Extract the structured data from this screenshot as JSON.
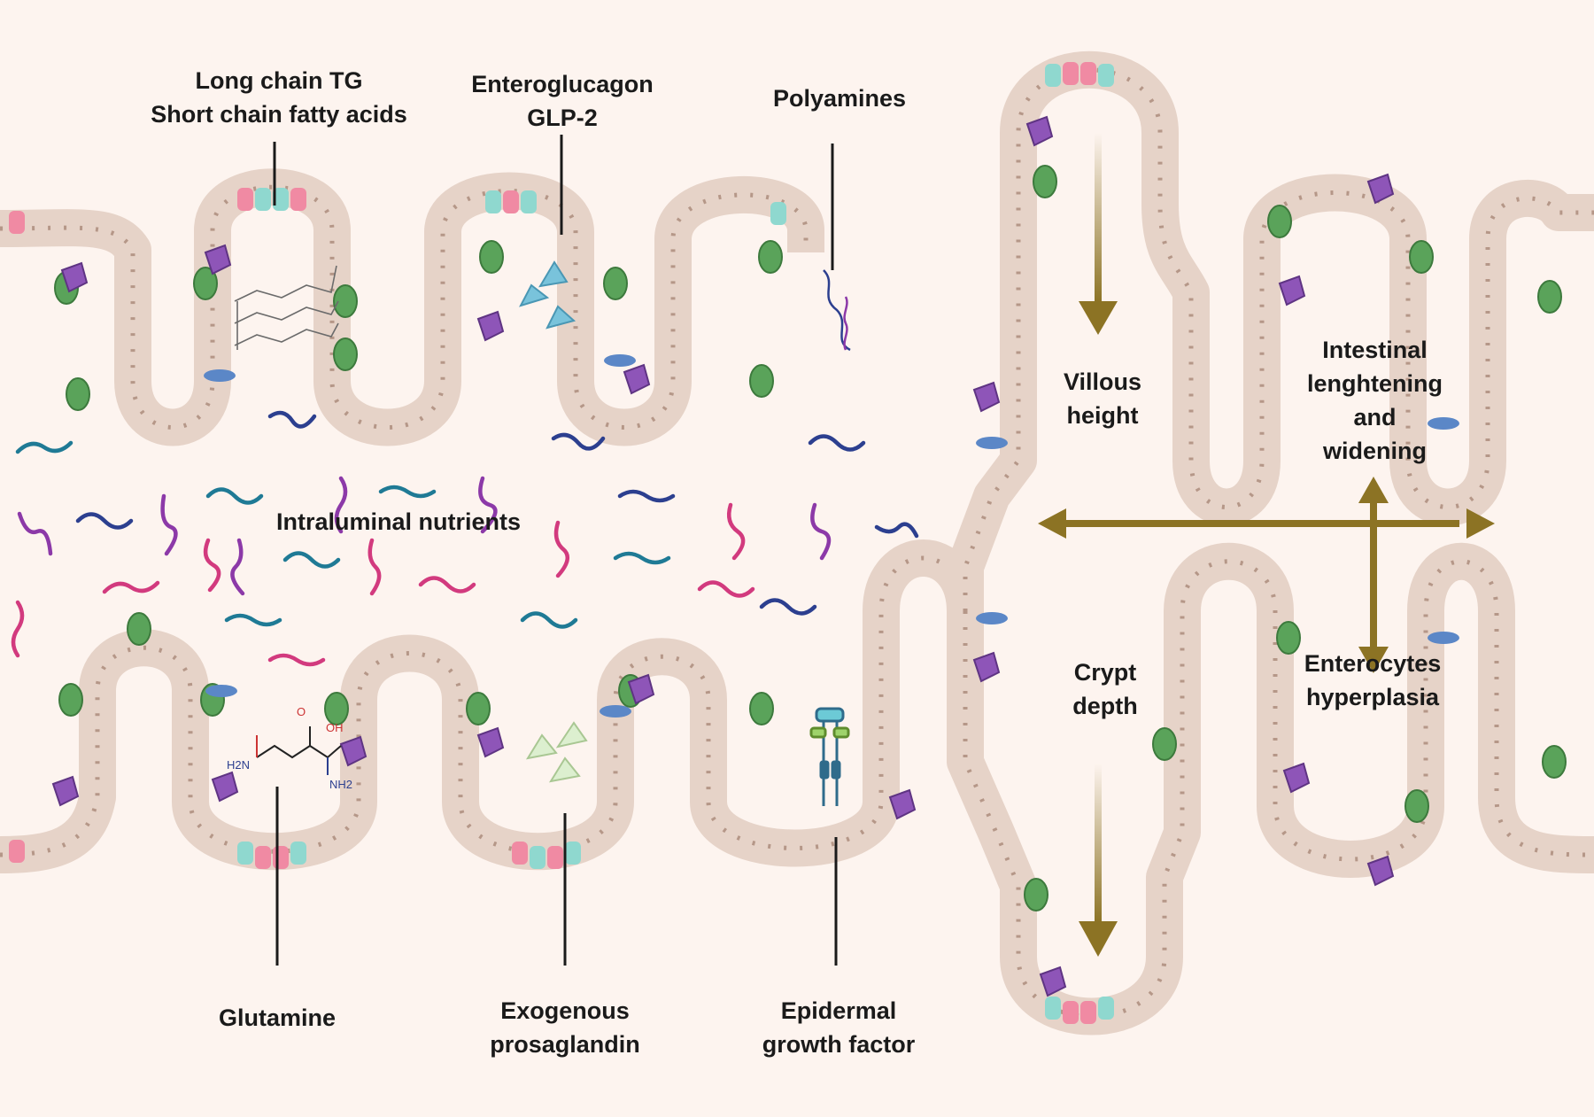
{
  "labels": {
    "long_chain": [
      "Long chain TG",
      "Short chain fatty acids"
    ],
    "enteroglucagon": [
      "Enteroglucagon",
      "GLP-2"
    ],
    "polyamines": [
      "Polyamines"
    ],
    "intraluminal": [
      "Intraluminal nutrients"
    ],
    "glutamine": [
      "Glutamine"
    ],
    "prostaglandin": [
      "Exogenous",
      "prosaglandin"
    ],
    "egf": [
      "Epidermal",
      "growth factor"
    ],
    "villous": [
      "Villous",
      "height"
    ],
    "crypt": [
      "Crypt",
      "depth"
    ],
    "lengthening": [
      "Intestinal",
      "lenghtening",
      "and",
      "widening"
    ],
    "hyperplasia": [
      "Enterocytes",
      "hyperplasia"
    ]
  },
  "molecules": {
    "glutamine_atoms": [
      "O",
      "OH",
      "H2N",
      "NH2"
    ]
  },
  "colors": {
    "background": "#fdf4ef",
    "tissue": "#e6d3c8",
    "tissue_edge": "#b79c8e",
    "nucleus": "#b59788",
    "arrow": "#8c7324",
    "pink_cell": "#f08aa3",
    "teal_cell": "#8fd8cf",
    "goblet": "#5aa35a",
    "purple_cell": "#8e55b8",
    "blue_cell": "#5b87c7",
    "nutrient_navy": "#2c3f8f",
    "nutrient_teal": "#1f7a95",
    "nutrient_purple": "#8c39a8",
    "nutrient_magenta": "#d23a7e"
  }
}
